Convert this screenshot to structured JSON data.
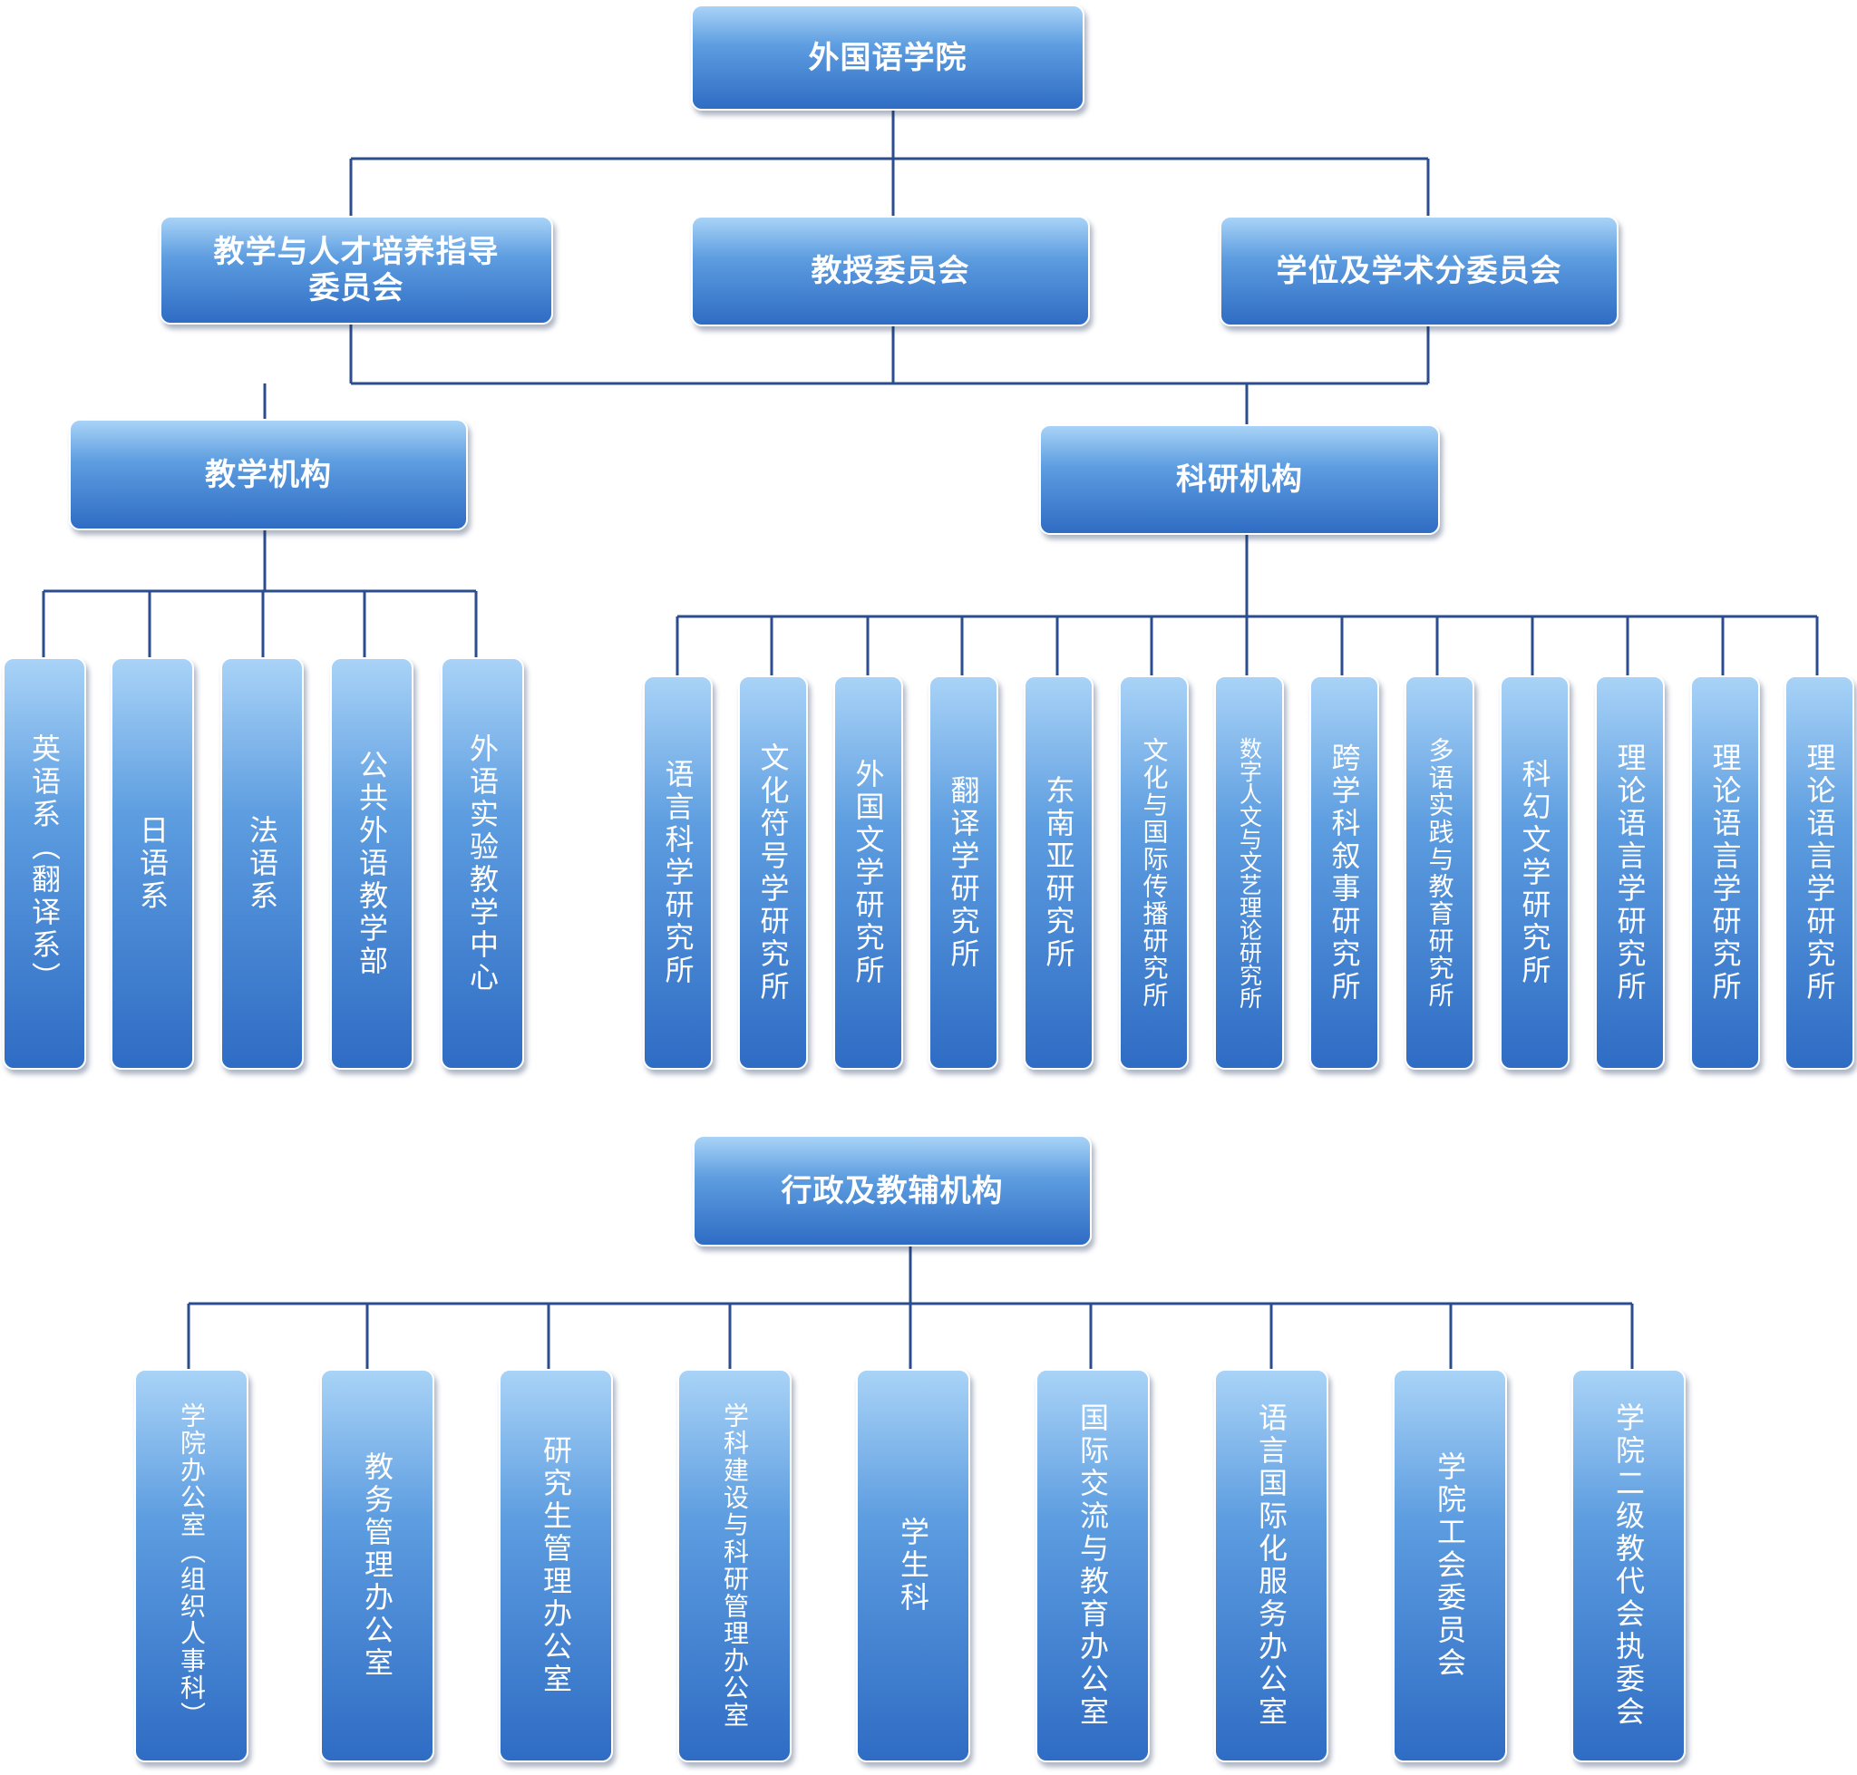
{
  "root": "外国语学院",
  "committees": [
    "教学与人才培养指导\n委员会",
    "教授委员会",
    "学位及学术分委员会"
  ],
  "teaching": {
    "title": "教学机构",
    "items": [
      "英语系（翻译系）",
      "日语系",
      "法语系",
      "公共外语教学部",
      "外语实验教学中心"
    ]
  },
  "research": {
    "title": "科研机构",
    "items": [
      "语言科学研究所",
      "文化符号学研究所",
      "外国文学研究所",
      "翻译学研究所",
      "东南亚研究所",
      "文化与国际传播研究所",
      "数字人文与文艺理论研究所",
      "跨学科叙事研究所",
      "多语实践与教育研究所",
      "科幻文学研究所",
      "理论语言学研究所",
      "理论语言学研究所",
      "理论语言学研究所"
    ]
  },
  "admin": {
    "title": "行政及教辅机构",
    "items": [
      "学院办公室（组织人事科）",
      "教务管理办公室",
      "研究生管理办公室",
      "学科建设与科研管理办公室",
      "学生科",
      "国际交流与教育办公室",
      "语言国际化服务办公室",
      "学院工会委员会",
      "学院二级教代会执委会"
    ]
  }
}
